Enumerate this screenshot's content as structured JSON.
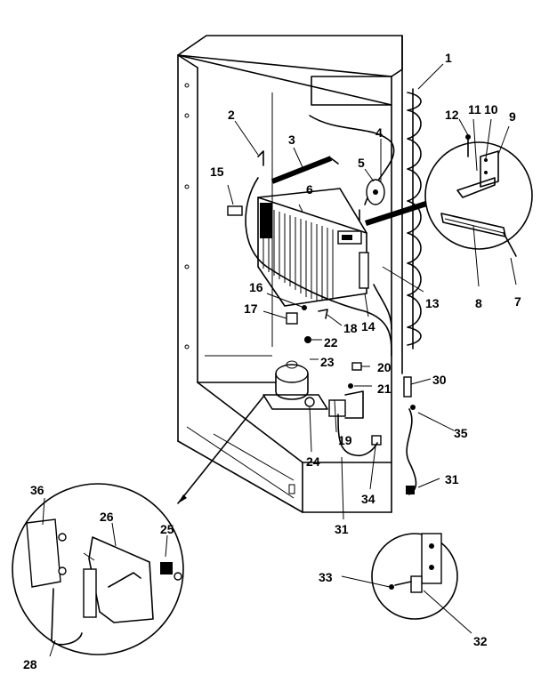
{
  "diagram": {
    "callouts": [
      {
        "id": "1",
        "label": "1"
      },
      {
        "id": "2",
        "label": "2"
      },
      {
        "id": "3",
        "label": "3"
      },
      {
        "id": "4",
        "label": "4"
      },
      {
        "id": "5",
        "label": "5"
      },
      {
        "id": "6",
        "label": "6"
      },
      {
        "id": "7",
        "label": "7"
      },
      {
        "id": "8",
        "label": "8"
      },
      {
        "id": "9",
        "label": "9"
      },
      {
        "id": "10",
        "label": "10"
      },
      {
        "id": "11",
        "label": "11"
      },
      {
        "id": "12",
        "label": "12"
      },
      {
        "id": "13",
        "label": "13"
      },
      {
        "id": "14",
        "label": "14"
      },
      {
        "id": "15",
        "label": "15"
      },
      {
        "id": "16",
        "label": "16"
      },
      {
        "id": "17",
        "label": "17"
      },
      {
        "id": "18",
        "label": "18"
      },
      {
        "id": "19",
        "label": "19"
      },
      {
        "id": "20",
        "label": "20"
      },
      {
        "id": "21",
        "label": "21"
      },
      {
        "id": "22",
        "label": "22"
      },
      {
        "id": "23",
        "label": "23"
      },
      {
        "id": "24",
        "label": "24"
      },
      {
        "id": "25",
        "label": "25"
      },
      {
        "id": "26",
        "label": "26"
      },
      {
        "id": "28",
        "label": "28"
      },
      {
        "id": "30",
        "label": "30"
      },
      {
        "id": "31a",
        "label": "31"
      },
      {
        "id": "31b",
        "label": "31"
      },
      {
        "id": "32",
        "label": "32"
      },
      {
        "id": "33",
        "label": "33"
      },
      {
        "id": "34",
        "label": "34"
      },
      {
        "id": "35",
        "label": "35"
      },
      {
        "id": "36",
        "label": "36"
      }
    ]
  }
}
